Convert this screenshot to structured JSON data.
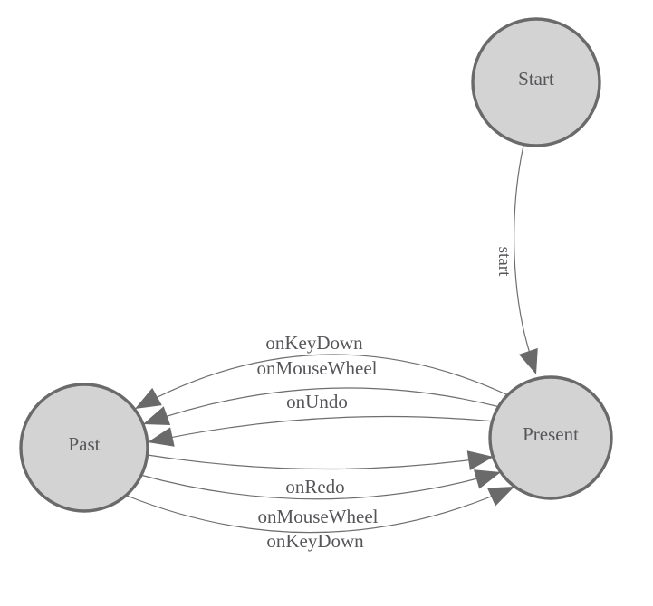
{
  "diagram": {
    "type": "state-machine",
    "background_color": "#ffffff",
    "node_fill_color": "#d3d3d3",
    "node_stroke_color": "#6a6a6a",
    "edge_color": "#6e6e6e",
    "label_color": "#56565a",
    "nodes": [
      {
        "id": "start",
        "label": "Start"
      },
      {
        "id": "present",
        "label": "Present"
      },
      {
        "id": "past",
        "label": "Past"
      }
    ],
    "edges": [
      {
        "from": "Start",
        "to": "Present",
        "label": "start"
      },
      {
        "from": "Present",
        "to": "Past",
        "label": "onKeyDown"
      },
      {
        "from": "Present",
        "to": "Past",
        "label": "onMouseWheel"
      },
      {
        "from": "Present",
        "to": "Past",
        "label": "onUndo"
      },
      {
        "from": "Past",
        "to": "Present",
        "label": "onRedo"
      },
      {
        "from": "Past",
        "to": "Present",
        "label": "onMouseWheel"
      },
      {
        "from": "Past",
        "to": "Present",
        "label": "onKeyDown"
      }
    ]
  }
}
